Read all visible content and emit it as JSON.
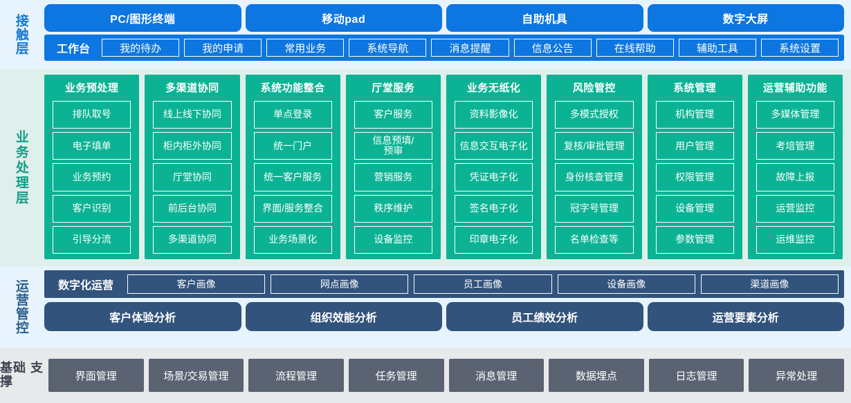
{
  "layers": {
    "contact": {
      "label": "接触层",
      "accent": "#0d76e0",
      "channels": [
        "PC/图形终端",
        "移动pad",
        "自助机具",
        "数字大屏"
      ],
      "workbench_title": "工作台",
      "workbench_items": [
        "我的待办",
        "我的申请",
        "常用业务",
        "系统导航",
        "消息提醒",
        "信息公告",
        "在线帮助",
        "辅助工具",
        "系统设置"
      ]
    },
    "business": {
      "label": "业务处理层",
      "accent": "#0bb394",
      "columns": [
        {
          "title": "业务预处理",
          "items": [
            "排队取号",
            "电子填单",
            "业务预约",
            "客户识别",
            "引导分流"
          ]
        },
        {
          "title": "多渠道协同",
          "items": [
            "线上线下协同",
            "柜内柜外协同",
            "厅堂协同",
            "前后台协同",
            "多渠道协同"
          ]
        },
        {
          "title": "系统功能整合",
          "items": [
            "单点登录",
            "统一门户",
            "统一客户服务",
            "界面/服务整合",
            "业务场景化"
          ]
        },
        {
          "title": "厅堂服务",
          "items": [
            "客户服务",
            "信息预填/\n预审",
            "营销服务",
            "秩序维护",
            "设备监控"
          ]
        },
        {
          "title": "业务无纸化",
          "items": [
            "资料影像化",
            "信息交互电子化",
            "凭证电子化",
            "签名电子化",
            "印章电子化"
          ]
        },
        {
          "title": "风险管控",
          "items": [
            "多模式授权",
            "复核/审批管理",
            "身份核查管理",
            "冠字号管理",
            "名单检查等"
          ]
        },
        {
          "title": "系统管理",
          "items": [
            "机构管理",
            "用户管理",
            "权限管理",
            "设备管理",
            "参数管理"
          ]
        },
        {
          "title": "运营辅助功能",
          "items": [
            "多媒体管理",
            "考培管理",
            "故障上报",
            "运营监控",
            "运维监控"
          ]
        }
      ]
    },
    "operations": {
      "label": "运营管控",
      "accent": "#31537c",
      "digital_title": "数字化运营",
      "portraits": [
        "客户画像",
        "网点画像",
        "员工画像",
        "设备画像",
        "渠道画像"
      ],
      "analyses": [
        "客户体验分析",
        "组织效能分析",
        "员工绩效分析",
        "运营要素分析"
      ]
    },
    "foundation": {
      "label": "基础\n支撑",
      "accent": "#5b6372",
      "items": [
        "界面管理",
        "场景/交易管理",
        "流程管理",
        "任务管理",
        "消息管理",
        "数据埋点",
        "日志管理",
        "异常处理"
      ]
    }
  }
}
